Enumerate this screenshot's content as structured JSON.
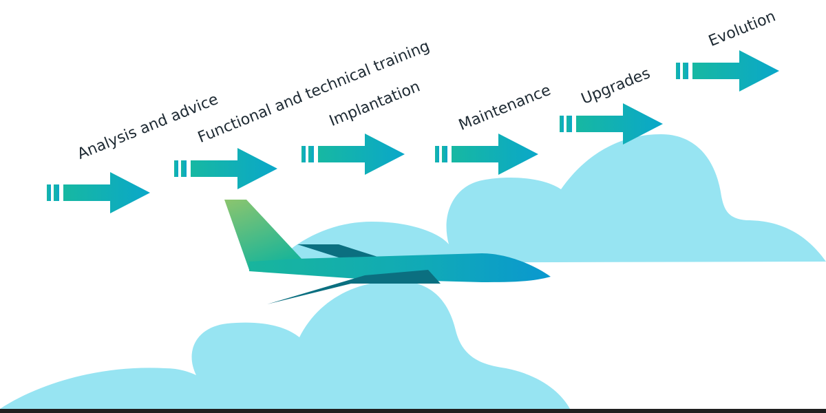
{
  "stages": [
    {
      "id": "analysis",
      "label": "Analysis and advice"
    },
    {
      "id": "training",
      "label": "Functional and technical training"
    },
    {
      "id": "implantation",
      "label": "Implantation"
    },
    {
      "id": "maintenance",
      "label": "Maintenance"
    },
    {
      "id": "upgrades",
      "label": "Upgrades"
    },
    {
      "id": "evolution",
      "label": "Evolution"
    }
  ],
  "colors": {
    "cloud": "#97e4f2",
    "arrow_start": "#17b8a2",
    "arrow_end": "#0aa7c9",
    "plane_tail": "#8cc56e",
    "plane_body": "#15b6a0",
    "plane_nose": "#0a98cf",
    "plane_wing_dark": "#0b6f80",
    "text": "#1e2a33",
    "bottom_bar": "#1f1f1f"
  }
}
